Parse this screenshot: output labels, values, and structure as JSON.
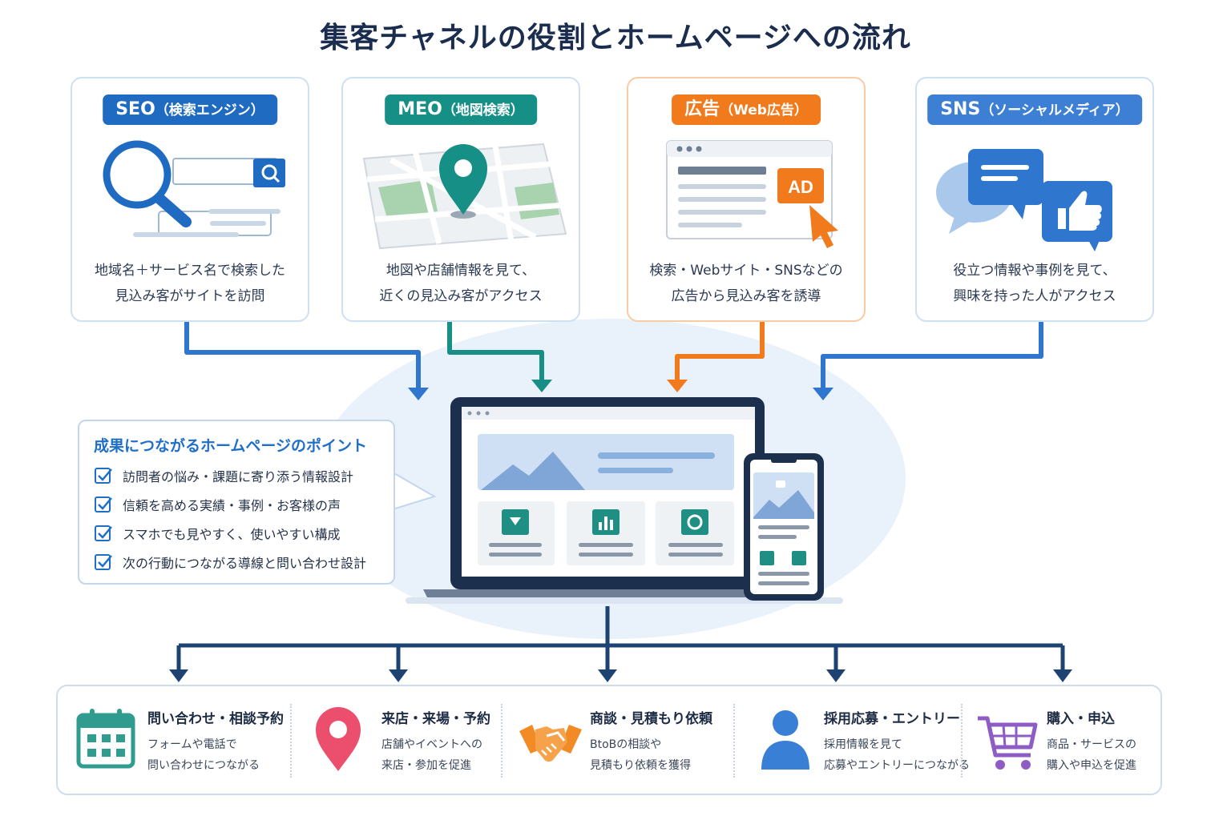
{
  "title": "集客チャネルの役割とホームページへの流れ",
  "channels": [
    {
      "badge": "SEO",
      "badge_sub": "（検索エンジン）",
      "color": "#1f6bc2",
      "desc": [
        "地域名＋サービス名で検索した",
        "見込み客がサイトを訪問"
      ],
      "icon": "search-magnifier-icon"
    },
    {
      "badge": "MEO",
      "badge_sub": "（地図検索）",
      "color": "#168f86",
      "desc": [
        "地図や店舗情報を見て、",
        "近くの見込み客がアクセス"
      ],
      "icon": "map-pin-icon"
    },
    {
      "badge": "広告",
      "badge_sub": "（Web広告）",
      "color": "#f07a1c",
      "desc": [
        "検索・Webサイト・SNSなどの",
        "広告から見込み客を誘導"
      ],
      "icon": "ad-browser-icon",
      "ad_label": "AD"
    },
    {
      "badge": "SNS",
      "badge_sub": "（ソーシャルメディア）",
      "color": "#3c7fd4",
      "desc": [
        "役立つ情報や事例を見て、",
        "興味を持った人がアクセス"
      ],
      "icon": "chat-like-icon"
    }
  ],
  "points": {
    "title": "成果につながるホームページのポイント",
    "items": [
      "訪問者の悩み・課題に寄り添う情報設計",
      "信頼を高める実績・事例・お客様の声",
      "スマホでも見やすく、使いやすい構成",
      "次の行動につながる導線と問い合わせ設計"
    ]
  },
  "outcomes": [
    {
      "title": "問い合わせ・相談予約",
      "desc": [
        "フォームや電話で",
        "問い合わせにつながる"
      ],
      "icon": "calendar-icon",
      "color": "#2f9c8f"
    },
    {
      "title": "来店・来場・予約",
      "desc": [
        "店舗やイベントへの",
        "来店・参加を促進"
      ],
      "icon": "location-pin-icon",
      "color": "#ec4f6e"
    },
    {
      "title": "商談・見積もり依頼",
      "desc": [
        "BtoBの相談や",
        "見積もり依頼を獲得"
      ],
      "icon": "handshake-icon",
      "color": "#f28a26"
    },
    {
      "title": "採用応募・エントリー",
      "desc": [
        "採用情報を見て",
        "応募やエントリーにつながる"
      ],
      "icon": "person-icon",
      "color": "#3a7fd6"
    },
    {
      "title": "購入・申込",
      "desc": [
        "商品・サービスの",
        "購入や申込を促進"
      ],
      "icon": "shopping-cart-icon",
      "color": "#8d5cc4"
    }
  ]
}
